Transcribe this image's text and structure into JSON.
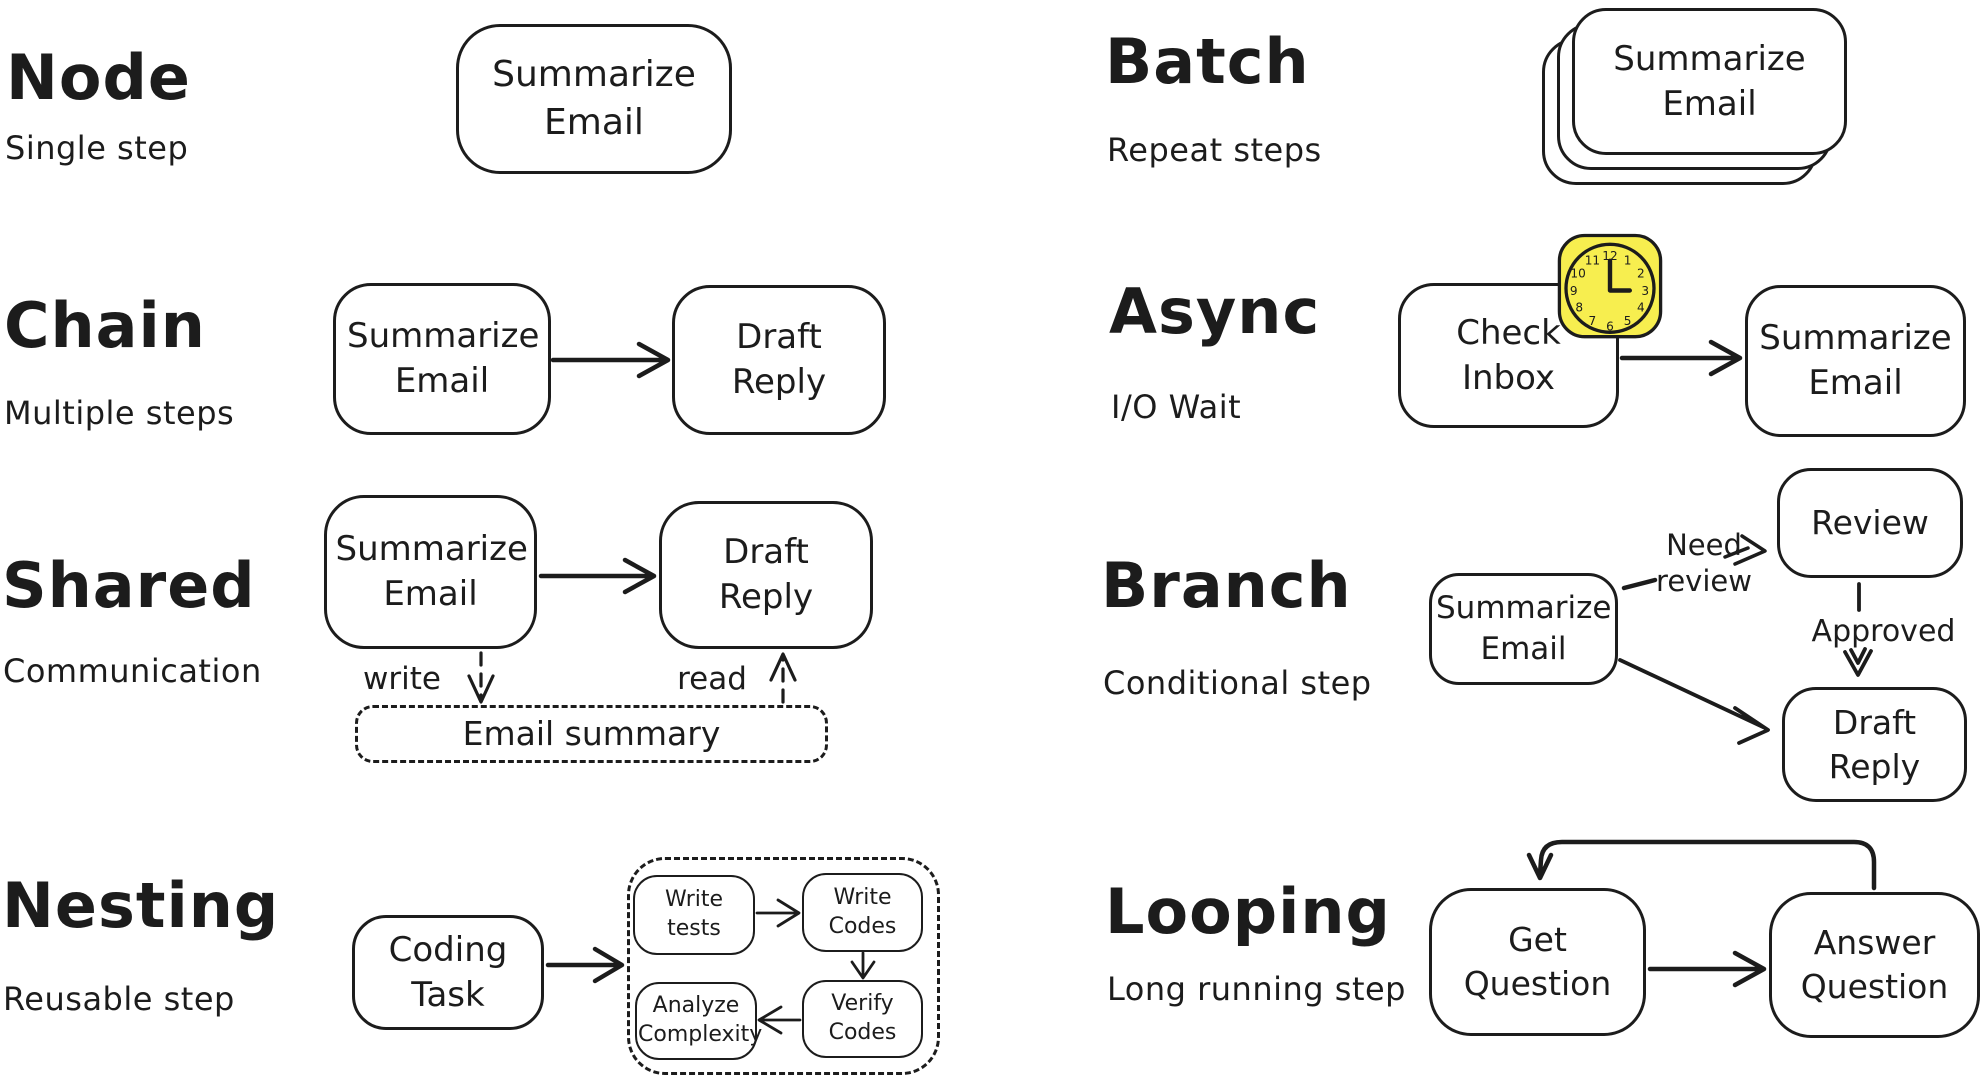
{
  "canvas": {
    "ink_color": "#1c1c1c",
    "background_color": "#ffffff",
    "clock_yellow": "#f7ee4f"
  },
  "sections": {
    "node": {
      "title": "Node",
      "subtitle": "Single step",
      "box_label": "Summarize Email"
    },
    "chain": {
      "title": "Chain",
      "subtitle": "Multiple steps",
      "box1_label": "Summarize Email",
      "box2_label": "Draft Reply"
    },
    "shared": {
      "title": "Shared",
      "subtitle": "Communication",
      "box1_label": "Summarize Email",
      "box2_label": "Draft Reply",
      "write_label": "write",
      "read_label": "read",
      "store_label": "Email summary"
    },
    "nesting": {
      "title": "Nesting",
      "subtitle": "Reusable step",
      "task_label": "Coding Task",
      "inner1_label": "Write tests",
      "inner2_label": "Write Codes",
      "inner3_label": "Analyze Complexity",
      "inner4_label": "Verify Codes"
    },
    "batch": {
      "title": "Batch",
      "subtitle": "Repeat steps",
      "box_label": "Summarize Email"
    },
    "async": {
      "title": "Async",
      "subtitle": "I/O Wait",
      "box1_label": "Check Inbox",
      "box2_label": "Summarize Email",
      "clock_numbers": [
        "12",
        "1",
        "2",
        "3",
        "4",
        "5",
        "6",
        "7",
        "8",
        "9",
        "10",
        "11"
      ]
    },
    "branch": {
      "title": "Branch",
      "subtitle": "Conditional step",
      "source_label": "Summarize Email",
      "review_label": "Review",
      "draft_label": "Draft Reply",
      "need_review_label": "Need review",
      "approved_label": "Approved"
    },
    "looping": {
      "title": "Looping",
      "subtitle": "Long running step",
      "box1_label": "Get Question",
      "box2_label": "Answer Question"
    }
  }
}
